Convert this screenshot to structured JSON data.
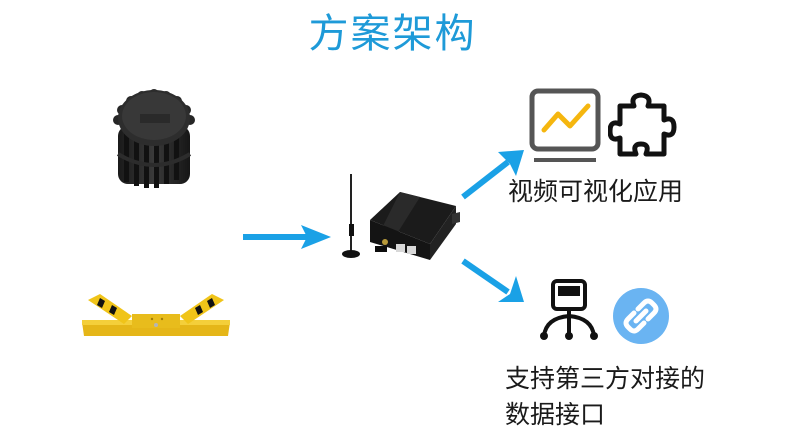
{
  "title": "方案架构",
  "colors": {
    "title": "#1e9ad8",
    "arrow": "#1aa1e6",
    "chart_line": "#f5b60f",
    "monitor_frame": "#555555",
    "link_circle": "#6ab4f2",
    "bar_yellow": "#f0c419"
  },
  "inputs": {
    "sensor": {
      "icon": "black-round-sensor-device-icon"
    },
    "barrier": {
      "icon": "yellow-parking-lock-icon"
    }
  },
  "gateway": {
    "icon": "4g-router-with-antenna-icon"
  },
  "outputs": {
    "visualization": {
      "label": "视频可视化应用",
      "icons": [
        "monitor-chart-icon",
        "puzzle-piece-icon"
      ]
    },
    "api": {
      "label_line1": "支持第三方对接的",
      "label_line2": "数据接口",
      "icons": [
        "api-interface-icon",
        "link-icon"
      ]
    }
  }
}
